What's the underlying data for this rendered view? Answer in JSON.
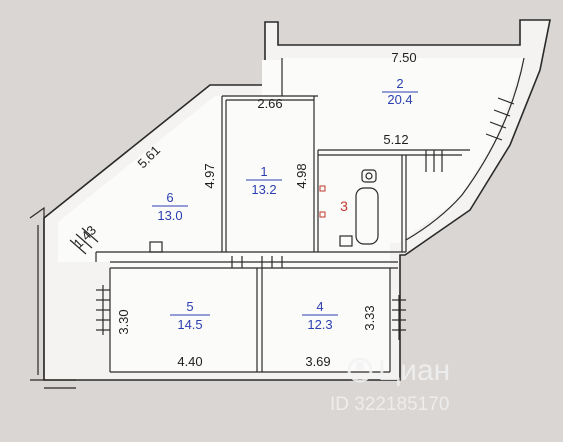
{
  "rooms": [
    {
      "number": "1",
      "area": "13.2"
    },
    {
      "number": "2",
      "area": "20.4"
    },
    {
      "number": "3",
      "area": ""
    },
    {
      "number": "4",
      "area": "12.3"
    },
    {
      "number": "5",
      "area": "14.5"
    },
    {
      "number": "6",
      "area": "13.0"
    }
  ],
  "dimensions": {
    "d750": "7.50",
    "d266": "2.66",
    "d512": "5.12",
    "d561": "5.61",
    "d497": "4.97",
    "d498": "4.98",
    "d143": "1.43",
    "d330": "3.30",
    "d333": "3.33",
    "d440": "4.40",
    "d369": "3.69"
  },
  "watermark": {
    "brand": "Циан",
    "id": "ID 322185170"
  },
  "colors": {
    "background": "#d9d6d3",
    "room_number": "#2c3fb0",
    "bathroom_number": "#c0392b",
    "wall": "#2a2a2a"
  }
}
